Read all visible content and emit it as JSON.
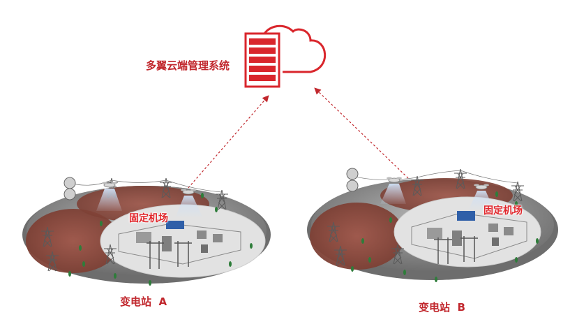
{
  "cloud": {
    "title": "多翼云端管理系统",
    "icon": "cloud-server-icon",
    "color": "#d9262c"
  },
  "sites": [
    {
      "label": "变电站  A",
      "fixed_site_label": "固定机场"
    },
    {
      "label": "变电站  B",
      "fixed_site_label": "固定机场"
    }
  ],
  "colors": {
    "accent": "#d9262c",
    "ground": "#8a8a8a",
    "zone": "#8b4a3c",
    "substation_pad": "#e4e4e4",
    "hangar": "#2f5fa8"
  }
}
